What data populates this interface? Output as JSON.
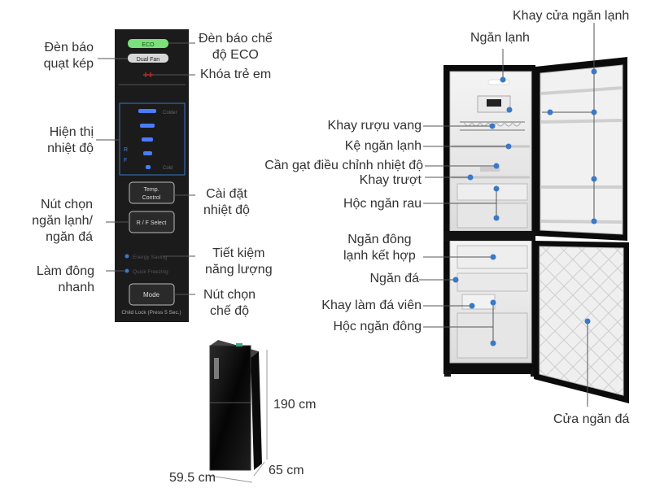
{
  "panel": {
    "eco": "ECO",
    "dual_fan": "Dual Fan",
    "temp_control": [
      "Temp.",
      "Control"
    ],
    "rf_select": "R / F Select",
    "energy_saving": "Energy Saving",
    "quick_freezing": "Quick Freezing",
    "mode": "Mode",
    "child_lock": "Child Lock (Press 5 Sec.)",
    "level_top": "Colder",
    "level_bottom": "Cold",
    "rf_letters": [
      "R",
      "F"
    ]
  },
  "panel_labels": {
    "dual_fan_light": [
      "Đèn báo",
      "quạt kép"
    ],
    "eco_light": [
      "Đèn báo chế",
      "độ ECO"
    ],
    "child_lock": "Khóa trẻ em",
    "temp_display": [
      "Hiện thị",
      "nhiệt độ"
    ],
    "compartment_select": [
      "Nút chọn",
      "ngăn lạnh/",
      "ngăn đá"
    ],
    "temp_setting": [
      "Cài đặt",
      "nhiệt độ"
    ],
    "quick_freeze": [
      "Làm đông",
      "nhanh"
    ],
    "energy_saving": [
      "Tiết kiệm",
      "năng lượng"
    ],
    "mode_button": [
      "Nút chọn",
      "chế độ"
    ]
  },
  "fridge_labels": {
    "door_tray": "Khay cửa ngăn lạnh",
    "fridge_compartment": "Ngăn lạnh",
    "wine_rack": "Khay rượu vang",
    "fridge_shelf": "Kệ ngăn lạnh",
    "temp_lever": "Cần gạt điều chỉnh nhiệt độ",
    "sliding_tray": "Khay trượt",
    "vegetable_drawer": "Hộc ngăn rau",
    "combo_freezer": [
      "Ngăn đông",
      "lạnh kết hợp"
    ],
    "freezer": "Ngăn đá",
    "ice_tray": "Khay làm đá viên",
    "freezer_drawer": "Hộc ngăn đông",
    "freezer_door": "Cửa ngăn đá"
  },
  "dimensions": {
    "height": "190 cm",
    "depth": "65 cm",
    "width": "59.5 cm"
  },
  "colors": {
    "accent_dot": "#3a78c8",
    "line": "#555555",
    "panel_bg": "#1b1b1b",
    "eco_green": "#7be07b",
    "display_blue": "#4a7cff"
  }
}
